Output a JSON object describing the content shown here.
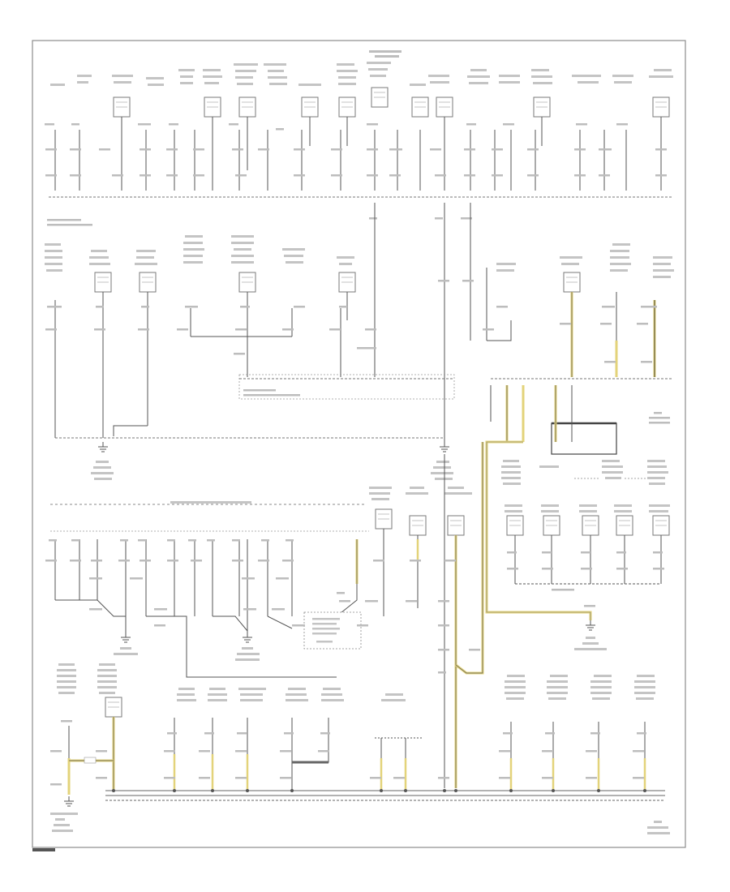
{
  "diagram": {
    "type": "ground-distribution-wiring-diagram",
    "colors": {
      "border": "#8c8c8c",
      "wire": "#555555",
      "wire_light": "#a0a0a0",
      "wire_yellow": "#d9c84a",
      "wire_yellow_core": "#c9a83a",
      "component_fill": "#ffffff",
      "component_stroke": "#7a7a7a",
      "harness_bar": "#6b6b6b"
    },
    "wire_code": "BRN",
    "footer_tag": "WHD-GND"
  }
}
